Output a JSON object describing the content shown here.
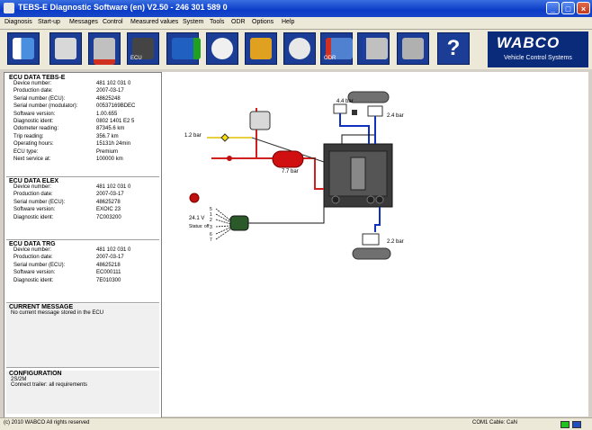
{
  "window": {
    "title": "TEBS-E Diagnostic Software (en) V2.50 - 246 301 589 0",
    "minimize": "_",
    "maximize": "□",
    "close": "×"
  },
  "menu": [
    "Diagnosis",
    "Start-up",
    "Messages",
    "Control",
    "Measured values",
    "System",
    "Tools",
    "ODR",
    "Options",
    "Help"
  ],
  "toolbar": {
    "button_labels": {
      "ecu": "ECU",
      "odr": "ODR"
    }
  },
  "logo": {
    "brand": "WABCO",
    "tagline": "Vehicle Control Systems"
  },
  "ecu_tebs": {
    "title": "ECU DATA TEBS-E",
    "rows": [
      {
        "k": "Device number:",
        "v": "481 102 031 0"
      },
      {
        "k": "Production date:",
        "v": "2007-03-17"
      },
      {
        "k": "Serial number (ECU):",
        "v": "48625248"
      },
      {
        "k": "Serial number (modulator):",
        "v": "00537169BDEC"
      },
      {
        "k": "Software version:",
        "v": "1.00.655"
      },
      {
        "k": "Diagnostic ident:",
        "v": "0802 1401 E2 5"
      },
      {
        "k": "Odometer reading:",
        "v": "87345.6 km"
      },
      {
        "k": "Trip reading:",
        "v": "356.7 km"
      },
      {
        "k": "Operating hours:",
        "v": "15131h 24min"
      },
      {
        "k": "ECU type:",
        "v": "Premium"
      },
      {
        "k": "Next service at:",
        "v": "100000 km"
      }
    ]
  },
  "ecu_elex": {
    "title": "ECU DATA ELEX",
    "rows": [
      {
        "k": "Device number:",
        "v": "481 102 031 0"
      },
      {
        "k": "Production date:",
        "v": "2007-03-17"
      },
      {
        "k": "Serial number (ECU):",
        "v": "48625278"
      },
      {
        "k": "Software version:",
        "v": "EXOIC 23"
      },
      {
        "k": "Diagnostic ident:",
        "v": "7C003200"
      }
    ]
  },
  "ecu_trg": {
    "title": "ECU DATA TRG",
    "rows": [
      {
        "k": "Device number:",
        "v": "481 102 031 0"
      },
      {
        "k": "Production date:",
        "v": "2007-03-17"
      },
      {
        "k": "Serial number (ECU):",
        "v": "48625218"
      },
      {
        "k": "Software version:",
        "v": "EC000111"
      },
      {
        "k": "Diagnostic ident:",
        "v": "7E010300"
      }
    ]
  },
  "current_message": {
    "title": "CURRENT MESSAGE",
    "text": "No current message stored in the ECU"
  },
  "configuration": {
    "title": "CONFIGURATION",
    "lines": [
      "2S/2M",
      "Connect trailer: all requirements"
    ]
  },
  "diagram": {
    "labels": {
      "p_top": "4.4 bar",
      "p_right": "2.4 bar",
      "p_supply": "1.2 bar",
      "p_reservoir": "7.7 bar",
      "p_bottom": "2.2 bar",
      "voltage": "24.1 V",
      "status": "Status: off",
      "pins": [
        "5",
        "1",
        "2",
        "3",
        "6",
        "7"
      ]
    }
  },
  "status": {
    "copyright": "(c) 2010 WABCO All rights reserved",
    "connection": "COM1 Cable: CaN"
  }
}
